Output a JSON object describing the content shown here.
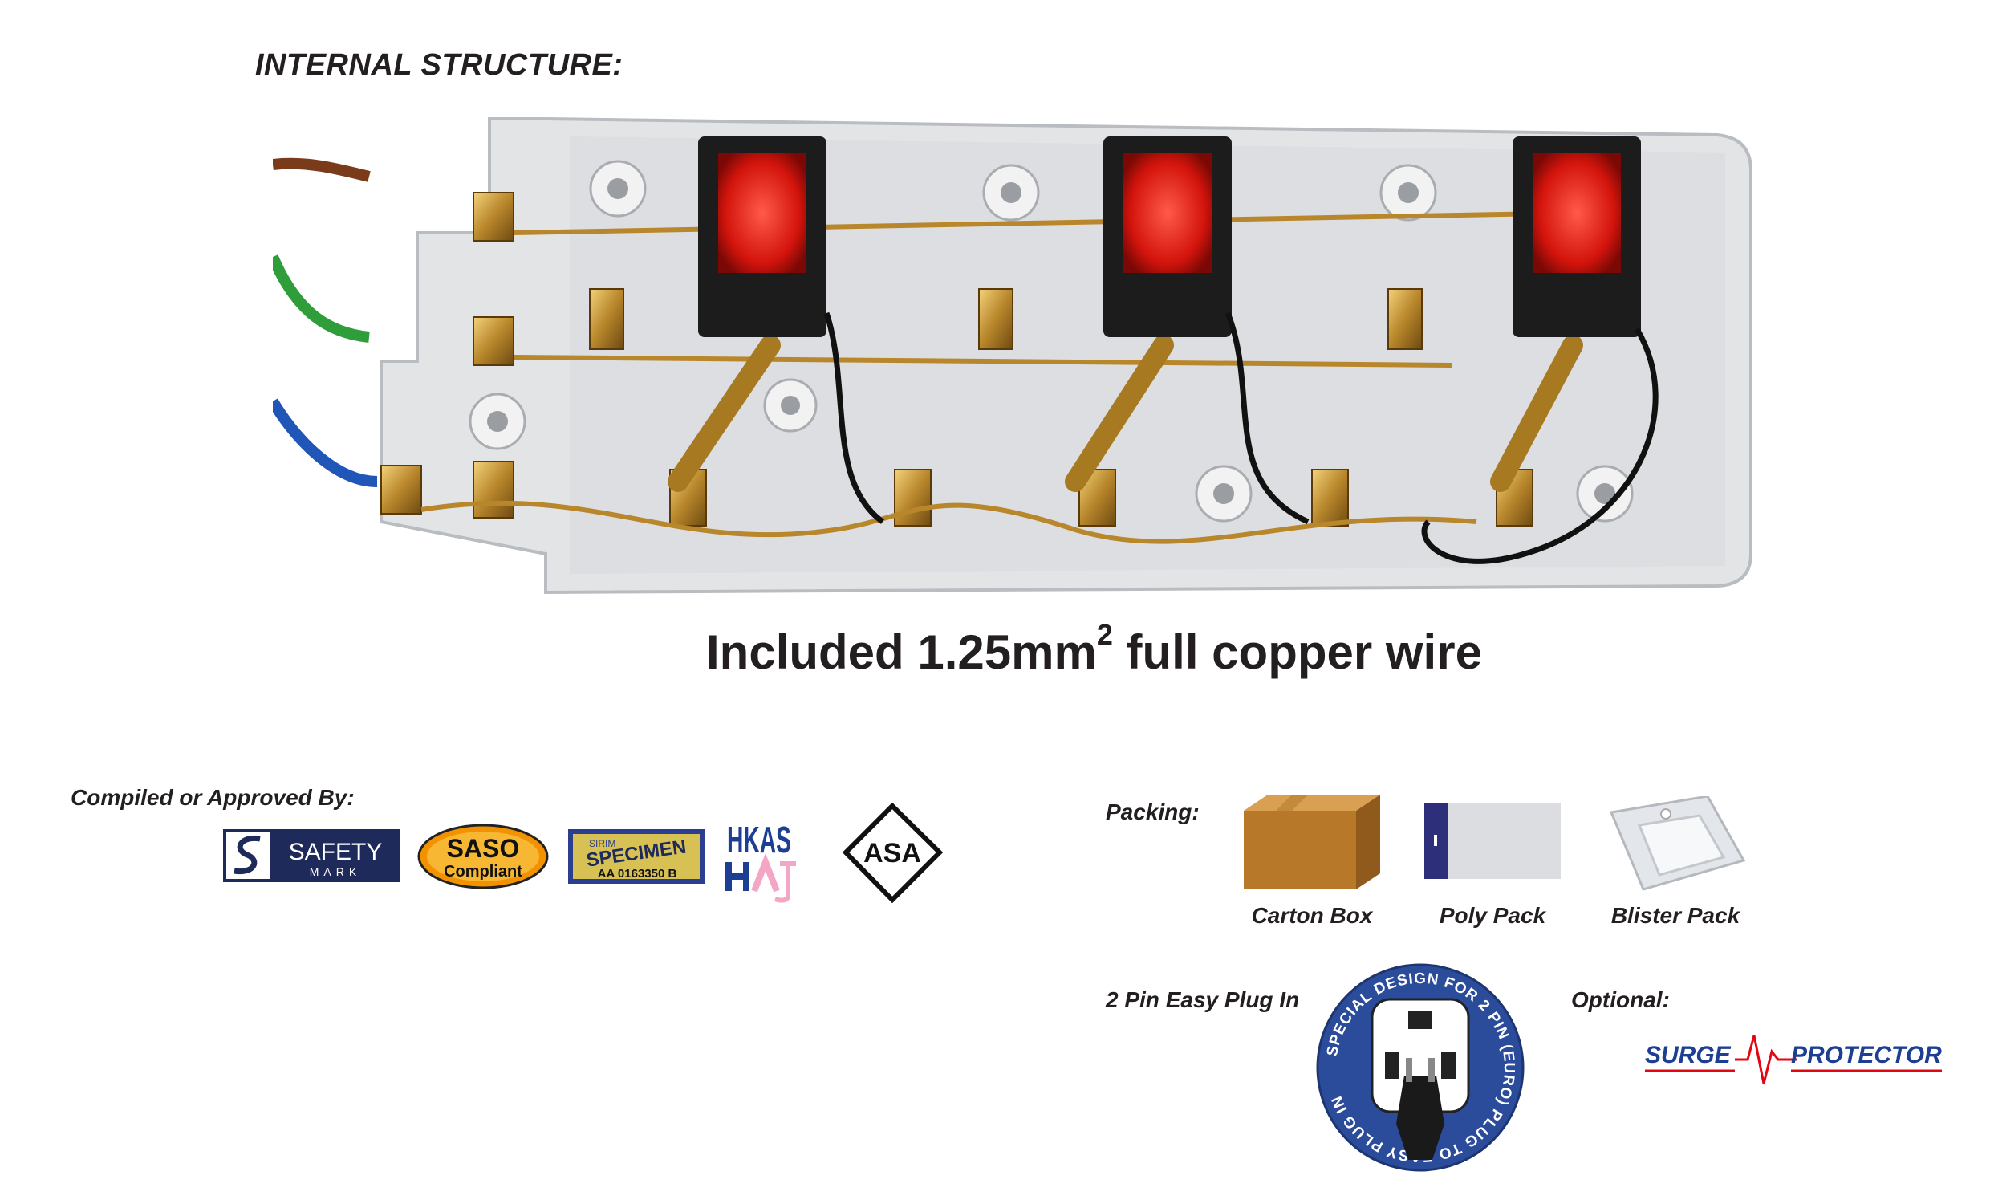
{
  "section_title": "INTERNAL STRUCTURE:",
  "wire_caption": {
    "prefix": "Included 1.25mm",
    "sup": "2",
    "suffix": " full copper wire"
  },
  "approved": {
    "label": "Compiled or Approved By:",
    "safety_mark": {
      "line1": "SAFETY",
      "line2": "MARK"
    },
    "saso": {
      "line1": "SASO",
      "line2": "Compliant"
    },
    "sirim": {
      "brand": "SIRIM",
      "stamp": "SPECIMEN",
      "serial": "AA 0163350 B"
    },
    "hkas": "HKAS",
    "asa": "ASA"
  },
  "packing": {
    "label": "Packing:",
    "items": [
      "Carton Box",
      "Poly Pack",
      "Blister Pack"
    ]
  },
  "plug": {
    "label": "2 Pin Easy Plug In",
    "badge_text": "SPECIAL DESIGN FOR 2 PIN (EURO) PLUG TO EASY PLUG IN"
  },
  "optional": {
    "label": "Optional:",
    "surge_left": "SURGE",
    "surge_right": "PROTECTOR"
  },
  "colors": {
    "surge_blue": "#1c3f94",
    "surge_red": "#e30613",
    "navy": "#1e2a5a",
    "saso_orange": "#f39200"
  }
}
